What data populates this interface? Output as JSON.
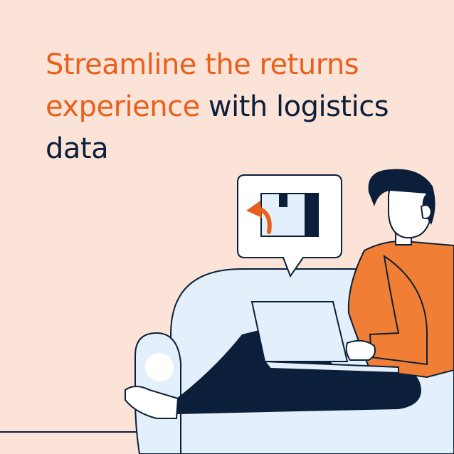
{
  "headline": {
    "accent_text": "Streamline the returns experience",
    "plain_text": " with logistics data"
  },
  "colors": {
    "background": "#fce3d7",
    "accent": "#e8601c",
    "ink": "#0b1f3a",
    "sofa": "#e3effb",
    "shirt": "#f07f35"
  },
  "illustration": {
    "speech_bubble_icon": "return-package-icon",
    "subject": "person-on-sofa-with-laptop"
  }
}
